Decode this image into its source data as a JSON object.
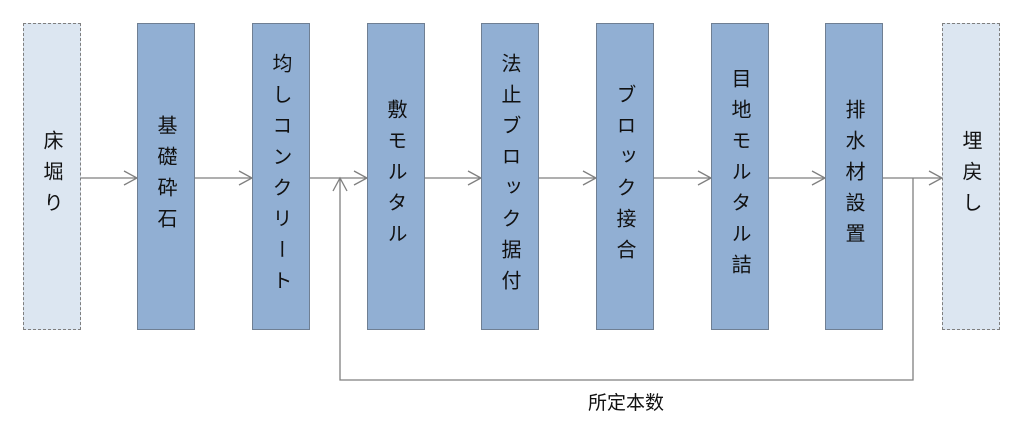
{
  "steps": [
    {
      "label": "床堀り",
      "style": "dashed"
    },
    {
      "label": "基礎砕石",
      "style": "solid"
    },
    {
      "label": "均しコンクリート",
      "style": "solid"
    },
    {
      "label": "敷モルタル",
      "style": "solid"
    },
    {
      "label": "法止ブロック据付",
      "style": "solid"
    },
    {
      "label": "ブロック接合",
      "style": "solid"
    },
    {
      "label": "目地モルタル詰",
      "style": "solid"
    },
    {
      "label": "排水材設置",
      "style": "solid"
    },
    {
      "label": "埋戻し",
      "style": "dashed"
    }
  ],
  "loop": {
    "label": "所定本数"
  },
  "colors": {
    "solid_fill": "#91afd3",
    "dashed_fill": "#dce6f1",
    "line": "#7f7f7f"
  }
}
